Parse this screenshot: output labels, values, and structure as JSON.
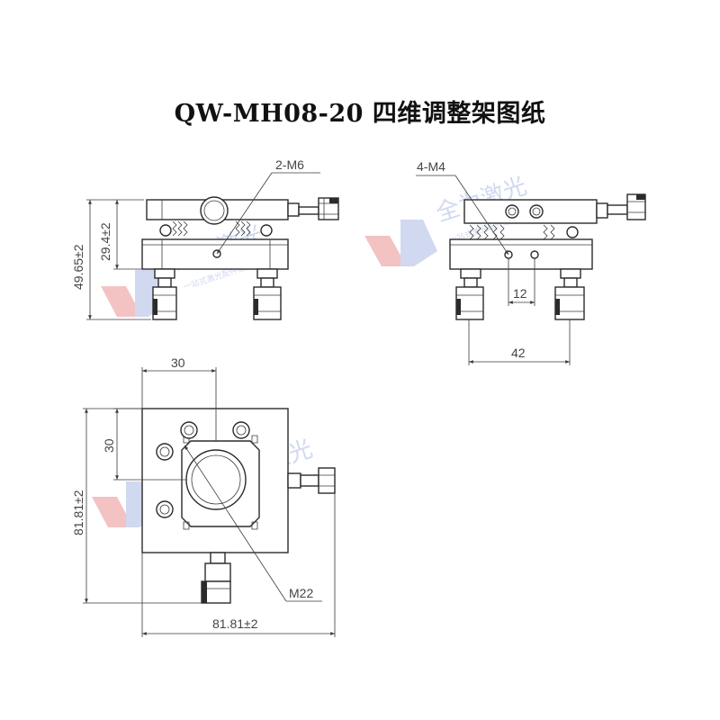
{
  "title": "QW-MH08-20 四维调整架图纸",
  "watermark": {
    "brand": "全为激光",
    "slogan": "一站式激光配件服务中心",
    "color": "#c9d3ee",
    "accent": "#f1b9b9"
  },
  "side_view": {
    "label_holes": "2-M6",
    "dim_total_height": "49.65±2",
    "dim_upper_height": "29.4±2"
  },
  "front_view": {
    "label_holes": "4-M4",
    "dim_hole_spacing": "12",
    "dim_knob_spacing": "42"
  },
  "top_view": {
    "dim_width_offset": "30",
    "dim_height_offset": "30",
    "dim_height": "81.81±2",
    "dim_width": "81.81±2",
    "label_thread": "M22"
  }
}
